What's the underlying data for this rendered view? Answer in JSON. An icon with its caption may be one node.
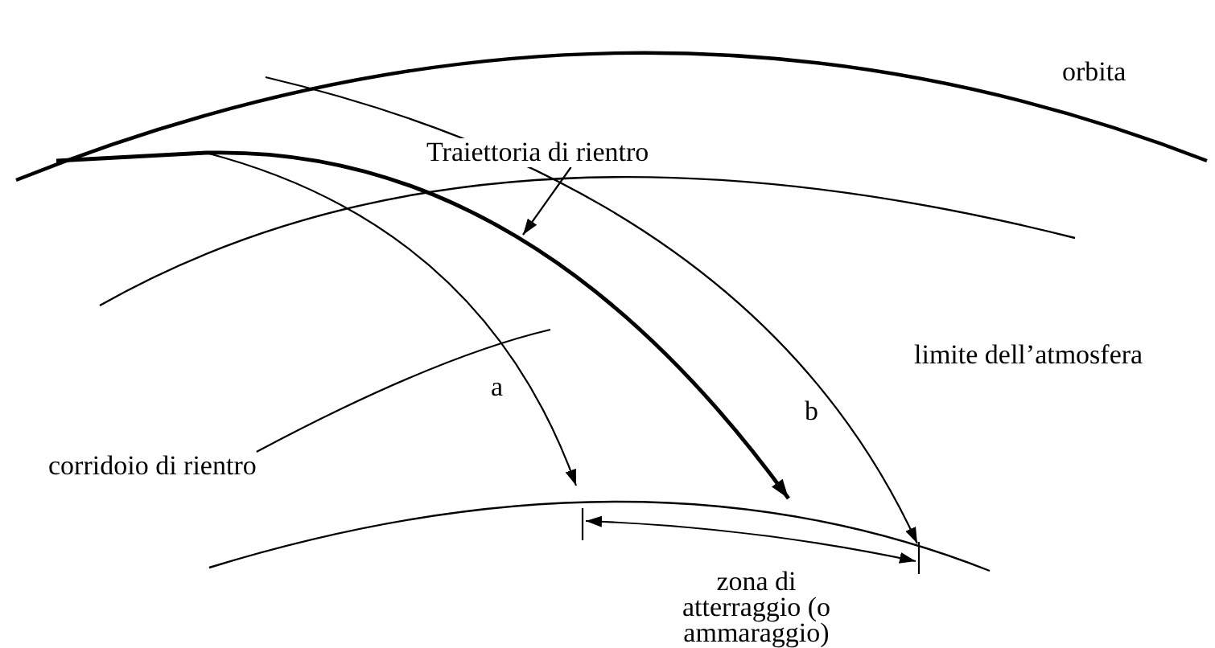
{
  "diagram": {
    "nodes": [
      {
        "text": [
          "Traiettoria di rientro"
        ]
      },
      {
        "text": [
          "corridoio di rientro"
        ]
      }
    ],
    "edges": [
      {
        "from": 0,
        "to": null,
        "arrow": "to"
      },
      {
        "from": 1,
        "to": null,
        "arrow": "none"
      }
    ],
    "labels": [
      "orbita",
      "limite dell’atmosfera",
      "a",
      "b",
      "zona di atterraggio (o ammaraggio)"
    ]
  }
}
